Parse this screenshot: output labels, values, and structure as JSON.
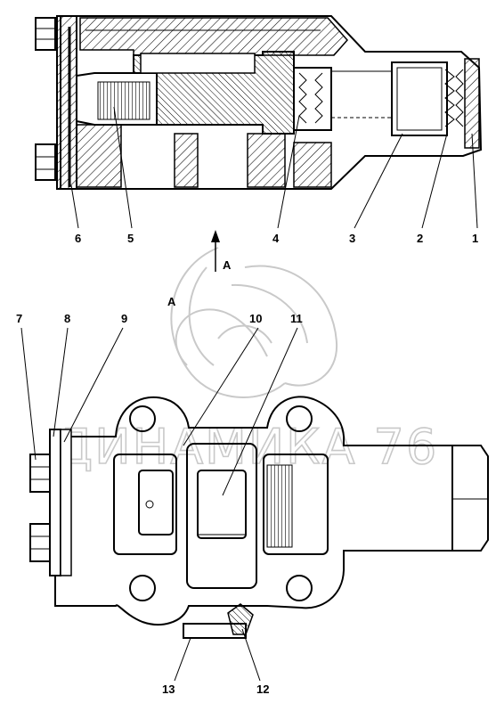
{
  "labels": {
    "part_1": "1",
    "part_2": "2",
    "part_3": "3",
    "part_4": "4",
    "part_5": "5",
    "part_6": "6",
    "part_7": "7",
    "part_8": "8",
    "part_9": "9",
    "part_10": "10",
    "part_11": "11",
    "part_12": "12",
    "part_13": "13"
  },
  "view_marker": {
    "arrow_label": "A",
    "view_label": "A"
  },
  "watermark": {
    "text": "ДИНАМИКА 76"
  },
  "colors": {
    "line": "#000000",
    "hatch": "#000000",
    "watermark": "#c9c9c9",
    "background": "#ffffff"
  }
}
